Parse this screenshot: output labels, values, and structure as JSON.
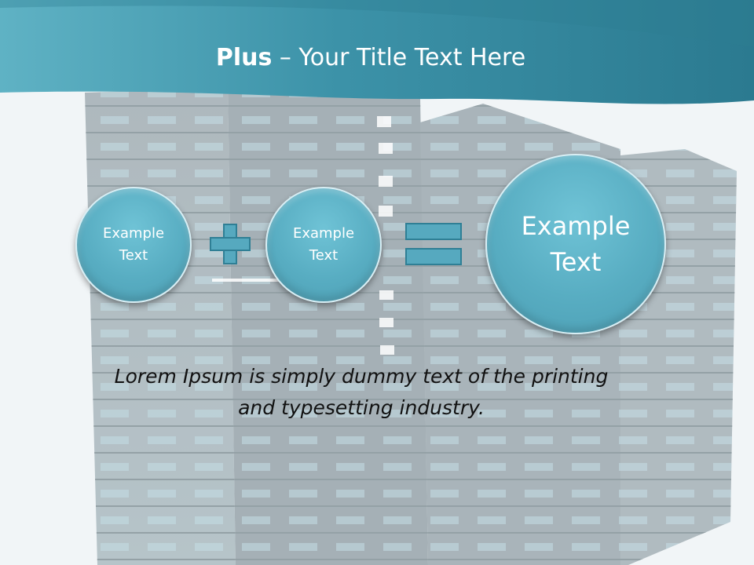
{
  "slide": {
    "title_bold": "Plus",
    "title_rest": " – Your Title Text Here"
  },
  "circles": {
    "first": [
      "Example",
      "Text"
    ],
    "second": [
      "Example",
      "Text"
    ],
    "result": [
      "Example",
      "Text"
    ]
  },
  "caption": {
    "line1": "Lorem Ipsum is simply dummy text of the printing",
    "line2": "and typesetting industry."
  },
  "colors": {
    "header": "#3e96ac",
    "circle_fill": "#58adc2",
    "symbol_fill": "#56a9bf",
    "symbol_border": "#2f7f95"
  },
  "icons": {
    "plus": "plus-icon",
    "equals": "equals-icon"
  }
}
